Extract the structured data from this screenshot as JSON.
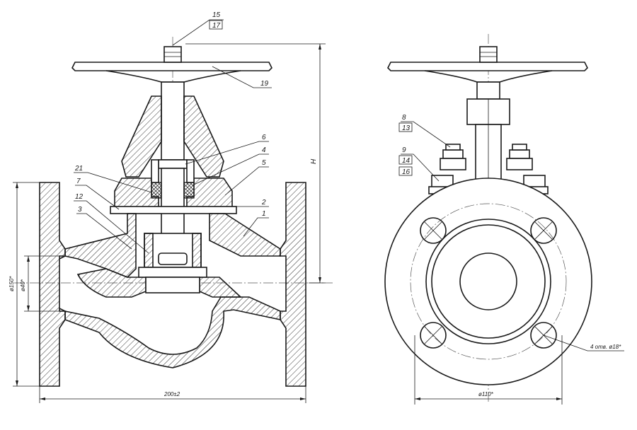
{
  "callouts": {
    "p15": "15",
    "p17": "17",
    "p19": "19",
    "p6": "6",
    "p4": "4",
    "p5": "5",
    "p21": "21",
    "p7": "7",
    "p12": "12",
    "p3": "3",
    "p2": "2",
    "p1": "1",
    "p8": "8",
    "p13": "13",
    "p9": "9",
    "p14": "14",
    "p16": "16"
  },
  "dimensions": {
    "height": "H",
    "flange_dia": "ø150*",
    "bore_dia": "ø40*",
    "length": "200±2",
    "bolt_circle": "ø110*",
    "holes": "4  отв.  ø18*"
  }
}
